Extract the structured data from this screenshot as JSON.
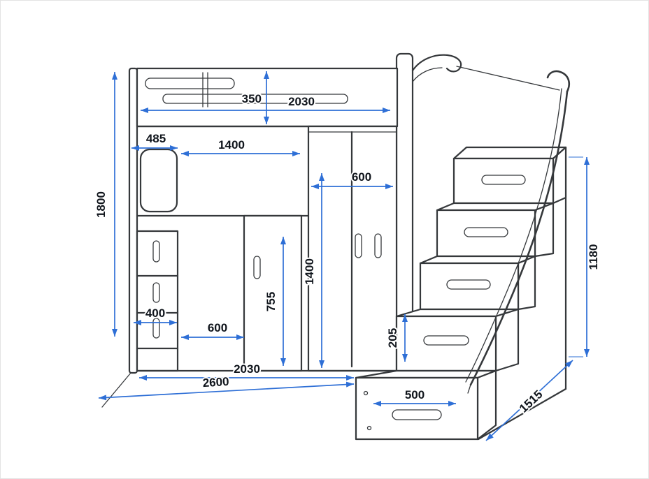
{
  "colors": {
    "outline": "#35383b",
    "dimension": "#2e6fd6",
    "label": "#10151c",
    "background": "#ffffff"
  },
  "dimensions": {
    "bed_top_length": "2030",
    "rail_height": "350",
    "shelf_width": "485",
    "desk_opening_width": "1400",
    "wardrobe_width": "600",
    "total_height": "1800",
    "wardrobe_door_height": "1400",
    "cabinet_door_height": "755",
    "drawer_unit_width": "400",
    "desk_depth": "600",
    "base_length": "2030",
    "total_length": "2600",
    "step_width": "500",
    "step_rise": "205",
    "stairs_height": "1180",
    "total_depth": "1515"
  }
}
